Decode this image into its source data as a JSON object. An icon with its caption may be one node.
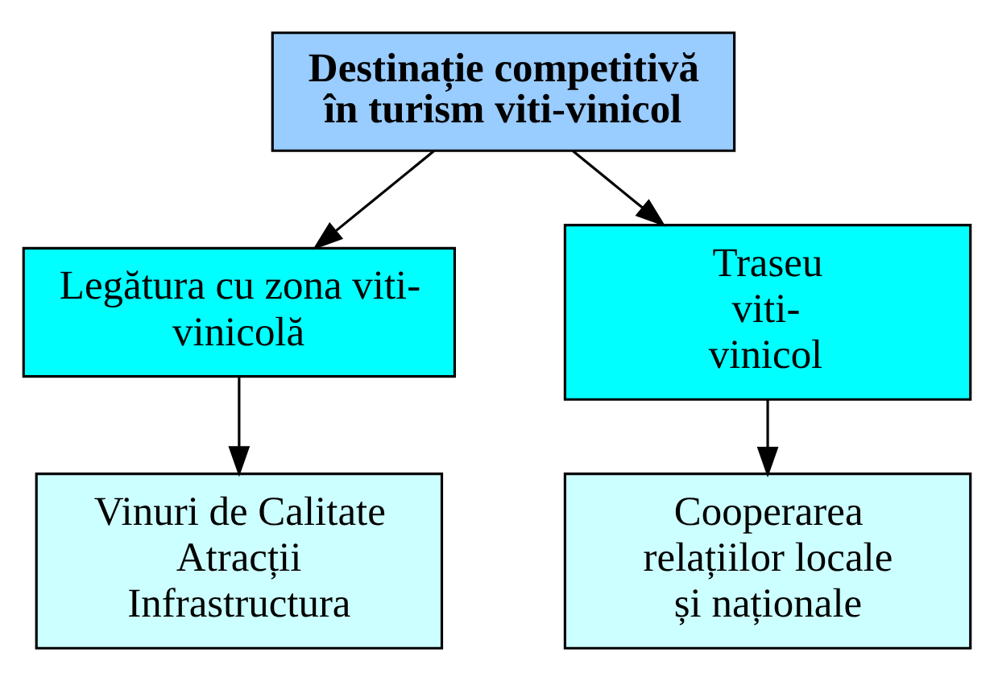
{
  "diagram": {
    "nodes": [
      {
        "text": [
          "Destinație competitivă în turism viti-vinicol"
        ]
      },
      {
        "text": [
          "Legătura cu zona viti-vinicolă"
        ]
      },
      {
        "text": [
          "Traseu viti-vinicol"
        ]
      },
      {
        "text": [
          "Vinuri de Calitate Atracții Infrastructura"
        ]
      },
      {
        "text": [
          "Cooperarea relațiilor locale și naționale"
        ]
      }
    ],
    "edges": [
      {
        "from": 0,
        "to": 1,
        "arrow": "to"
      },
      {
        "from": 0,
        "to": 2,
        "arrow": "to"
      },
      {
        "from": 1,
        "to": 3,
        "arrow": "to"
      },
      {
        "from": 2,
        "to": 4,
        "arrow": "to"
      }
    ]
  }
}
